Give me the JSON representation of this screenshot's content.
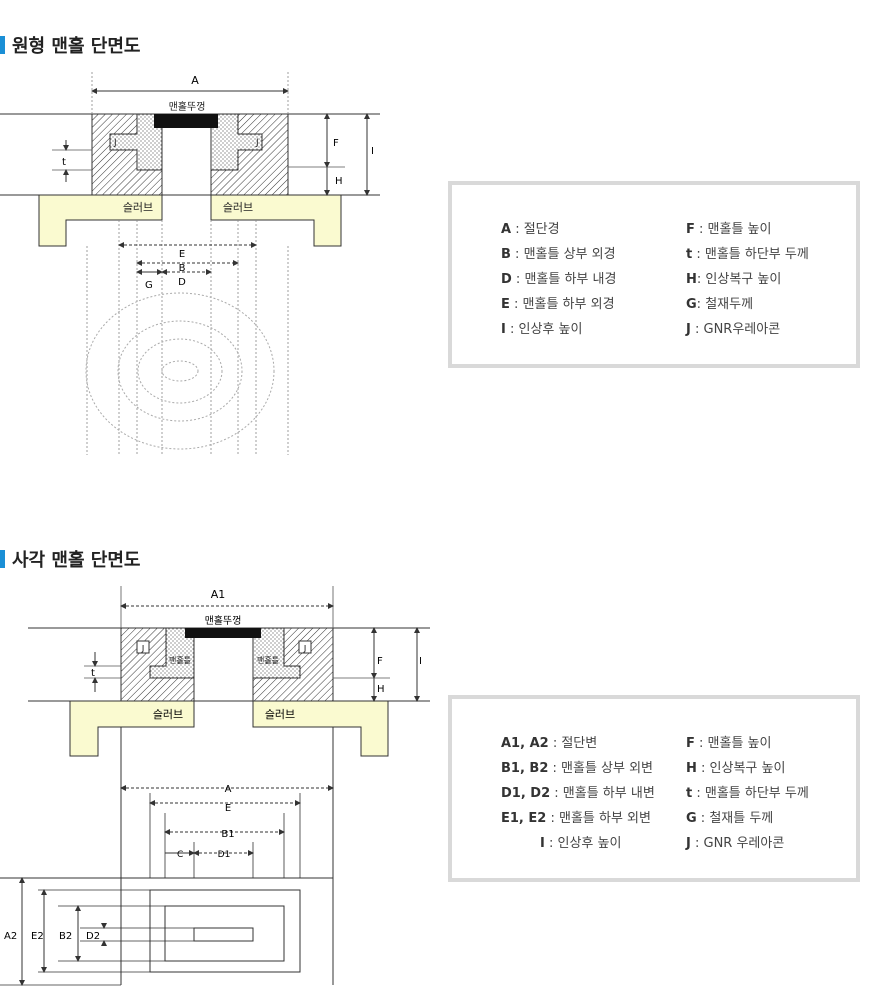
{
  "sections": {
    "circular_title": "원형 맨홀 단면도",
    "square_title": "사각 맨홀 단면도"
  },
  "circular_diagram": {
    "cover": "맨홀뚜껑",
    "slab_left": "슬러브",
    "slab_right": "슬러브",
    "J": "J",
    "A": "A",
    "F": "F",
    "I": "I",
    "H": "H",
    "t": "t",
    "E": "E",
    "B": "B",
    "G": "G",
    "D": "D"
  },
  "square_diagram": {
    "cover": "맨홀뚜껑",
    "slab_left": "슬러브",
    "slab_right": "슬러브",
    "frame_left": "맨홀틀",
    "frame_right": "맨홀틀",
    "J": "J",
    "A1": "A1",
    "F": "F",
    "I": "I",
    "H": "H",
    "t": "t",
    "A": "A",
    "E": "E",
    "B1": "B1",
    "C": "C",
    "D1": "D1",
    "A2": "A2",
    "E2": "E2",
    "B2": "B2",
    "D2": "D2"
  },
  "circular_legend": {
    "left": [
      {
        "key": "A",
        "sep": " : ",
        "desc": "절단경"
      },
      {
        "key": "B",
        "sep": " : ",
        "desc": "맨홀틀 상부 외경"
      },
      {
        "key": "D",
        "sep": " : ",
        "desc": "맨홀틀 하부 내경"
      },
      {
        "key": "E",
        "sep": " : ",
        "desc": "맨홀틀 하부 외경"
      },
      {
        "key": "I",
        "sep": " : ",
        "desc": "인상후 높이"
      }
    ],
    "right": [
      {
        "key": "F",
        "sep": " : ",
        "desc": "맨홀틀 높이"
      },
      {
        "key": "t",
        "sep": " : ",
        "desc": "맨홀틀 하단부 두께"
      },
      {
        "key": "H",
        "sep": ": ",
        "desc": "인상복구 높이"
      },
      {
        "key": "G",
        "sep": ": ",
        "desc": "철재두께"
      },
      {
        "key": "J",
        "sep": " : ",
        "desc": "GNR우레아콘"
      }
    ]
  },
  "square_legend": {
    "left": [
      {
        "key": "A1, A2",
        "sep": " : ",
        "desc": "절단변"
      },
      {
        "key": "B1, B2",
        "sep": " : ",
        "desc": "맨홀틀 상부 외변"
      },
      {
        "key": "D1, D2",
        "sep": " : ",
        "desc": "맨홀틀 하부 내변"
      },
      {
        "key": "E1, E2",
        "sep": " : ",
        "desc": "맨홀틀 하부 외변"
      },
      {
        "key": "I",
        "sep": " : ",
        "desc": "인상후 높이"
      }
    ],
    "right": [
      {
        "key": "F",
        "sep": " : ",
        "desc": "맨홀틀 높이"
      },
      {
        "key": "H",
        "sep": " : ",
        "desc": "인상복구 높이"
      },
      {
        "key": "t",
        "sep": " : ",
        "desc": "맨홀틀 하단부 두께"
      },
      {
        "key": "G",
        "sep": " : ",
        "desc": "철재틀 두께"
      },
      {
        "key": "J",
        "sep": " : ",
        "desc": "GNR 우레아콘"
      }
    ]
  },
  "colors": {
    "accent": "#1a8fd6",
    "slab": "#fafad0",
    "cover": "#111111",
    "legend_border": "#d9d9d9"
  }
}
